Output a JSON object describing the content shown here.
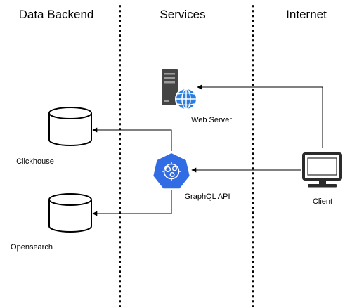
{
  "columns": {
    "data_backend": "Data Backend",
    "services": "Services",
    "internet": "Internet"
  },
  "nodes": {
    "web_server": "Web Server",
    "graphql_api": "GraphQL API",
    "client": "Client",
    "clickhouse": "Clickhouse",
    "opensearch": "Opensearch"
  },
  "edges": [
    {
      "from": "client",
      "to": "web_server"
    },
    {
      "from": "client",
      "to": "graphql_api"
    },
    {
      "from": "graphql_api",
      "to": "clickhouse"
    },
    {
      "from": "graphql_api",
      "to": "opensearch"
    }
  ],
  "icons": {
    "web_server": "server-globe-icon",
    "graphql_api": "kubernetes-heptagon-icon",
    "client": "desktop-monitor-icon",
    "clickhouse": "database-cylinder-icon",
    "opensearch": "database-cylinder-icon"
  },
  "colors": {
    "server_body": "#444444",
    "globe": "#2a7de1",
    "k8s_blue": "#326ce5",
    "monitor": "#2b2b2b",
    "lines": "#000000"
  }
}
